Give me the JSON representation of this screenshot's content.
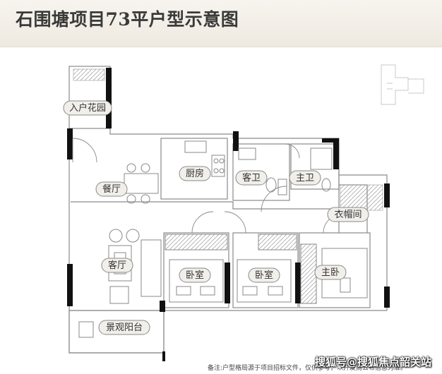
{
  "header": {
    "title": "石围塘项目73平户型示意图"
  },
  "rooms": {
    "entry_garden": "入户花园",
    "kitchen": "厨房",
    "guest_bath": "客卫",
    "master_bath": "主卫",
    "dining": "餐厅",
    "closet": "衣帽间",
    "living": "客厅",
    "bedroom_1": "卧室",
    "bedroom_2": "卧室",
    "master_bedroom": "主卧",
    "balcony": "景观阳台"
  },
  "footer": {
    "note": "备注:户型格局源于项目招标文件，仅供参考，以开发商公布信息为准。",
    "watermark": "搜狐号@搜狐焦点韶关站"
  },
  "colors": {
    "wall": "#111111",
    "line": "#8a8a8a",
    "label_bg": "#f1efea",
    "label_border": "#8a8a8a"
  }
}
